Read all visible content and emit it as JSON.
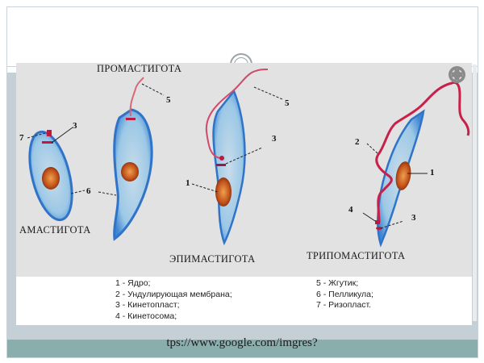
{
  "slide": {
    "footer_text": "tps://www.google.com/imgres?"
  },
  "diagram": {
    "stages": {
      "amastigote": "АМАСТИГОТА",
      "promastigote": "ПРОМАСТИГОТА",
      "epimastigote": "ЭПИМАСТИГОТА",
      "trypomastigote": "ТРИПОМАСТИГОТА"
    },
    "numbers": {
      "n1": "1",
      "n2": "2",
      "n3": "3",
      "n4": "4",
      "n5": "5",
      "n6": "6",
      "n7": "7"
    },
    "expand_button": "expand-icon"
  },
  "legend": {
    "left": [
      "1 - Ядро;",
      "2 - Ундулирующая мембрана;",
      "3 - Кинетопласт;",
      "4 - Кинетосома;"
    ],
    "right": [
      "5 - Жгутик;",
      "6 - Пелликула;",
      "7 - Ризопласт."
    ]
  },
  "colors": {
    "panel_bg": "#e2e2e2",
    "cell_blue": "#3a7fd0",
    "cell_fill": "#9cc9e6",
    "flagellum": "#c8204a",
    "nucleus": "#b8501c",
    "footer_band": "#8aaeae"
  }
}
